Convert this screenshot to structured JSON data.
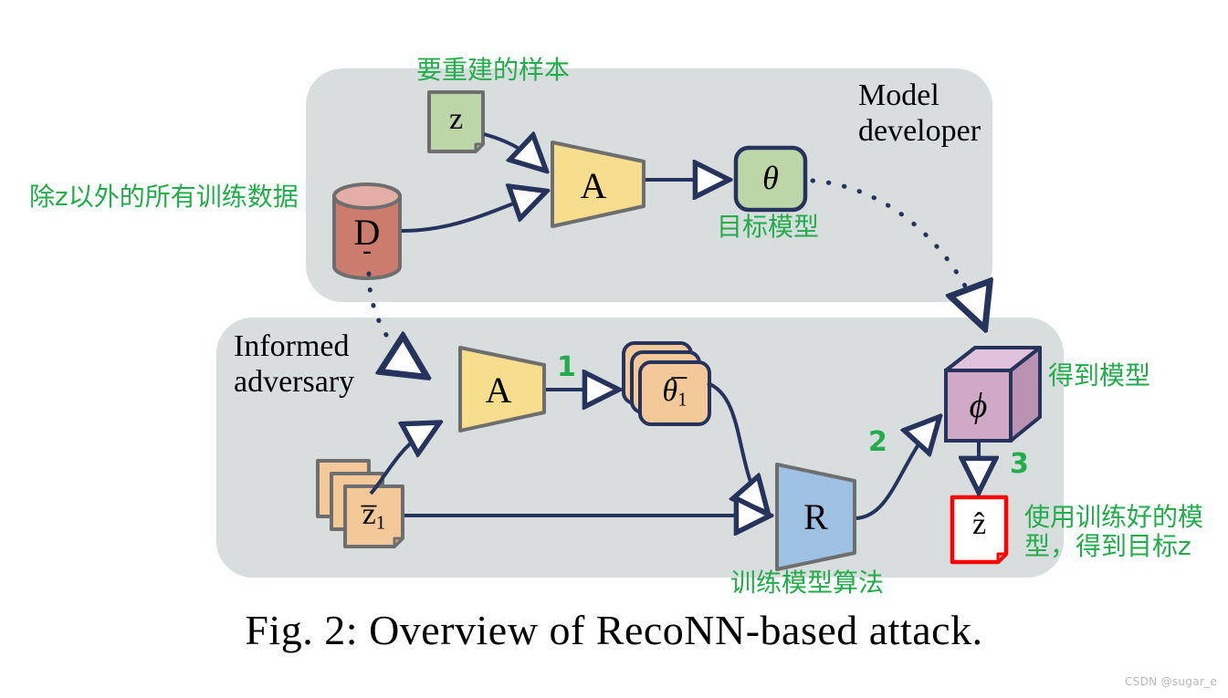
{
  "figure": {
    "caption": "Fig. 2:  Overview of RecoNN-based attack.",
    "watermark": "CSDN @sugar_e"
  },
  "colors": {
    "panel_fill": "#d8dedd",
    "green_text": "#22ac4b",
    "arrow": "#26335c",
    "sample_fill": "#bcd6a7",
    "sample_stroke": "#6e6e6e",
    "db_fill": "#cc7c6c",
    "db_top_fill": "#e3aea5",
    "trapezoid_a_fill": "#f7dd8e",
    "trapezoid_r_fill": "#9dc0e3",
    "theta_fill": "#bcd6a7",
    "theta_bar_fill": "#f4c99a",
    "zbar_fill": "#f4c99a",
    "cube_front_fill": "#d0a9c6",
    "cube_top_fill": "#e0c2da",
    "cube_side_fill": "#bb93b2",
    "zhat_fill": "#ffffff",
    "zhat_stroke": "#ff0000"
  },
  "panels": [
    {
      "id": "developer",
      "title": "Model\ndeveloper"
    },
    {
      "id": "adversary",
      "title": "Informed\nadversary"
    }
  ],
  "nodes": {
    "z_sample": {
      "label": "z",
      "caption": "要重建的样本"
    },
    "dataset": {
      "label": "D",
      "sublabel": "-",
      "caption": "除z以外的所有训练数据"
    },
    "algo_top": {
      "label": "A"
    },
    "theta": {
      "label": "θ",
      "caption": "目标模型"
    },
    "algo_bottom": {
      "label": "A"
    },
    "theta_bar": {
      "label": "θ̅",
      "sub": "1"
    },
    "z_bar": {
      "label": "z̅",
      "sub": "1"
    },
    "reconstructor": {
      "label": "R",
      "caption": "训练模型算法"
    },
    "phi_cube": {
      "label": "ϕ",
      "caption": "得到模型"
    },
    "z_hat": {
      "label": "ẑ",
      "caption": "使用训练好的模\n型，得到目标z"
    }
  },
  "step_numbers": [
    {
      "id": "step-1",
      "value": "1"
    },
    {
      "id": "step-2",
      "value": "2"
    },
    {
      "id": "step-3",
      "value": "3"
    }
  ]
}
